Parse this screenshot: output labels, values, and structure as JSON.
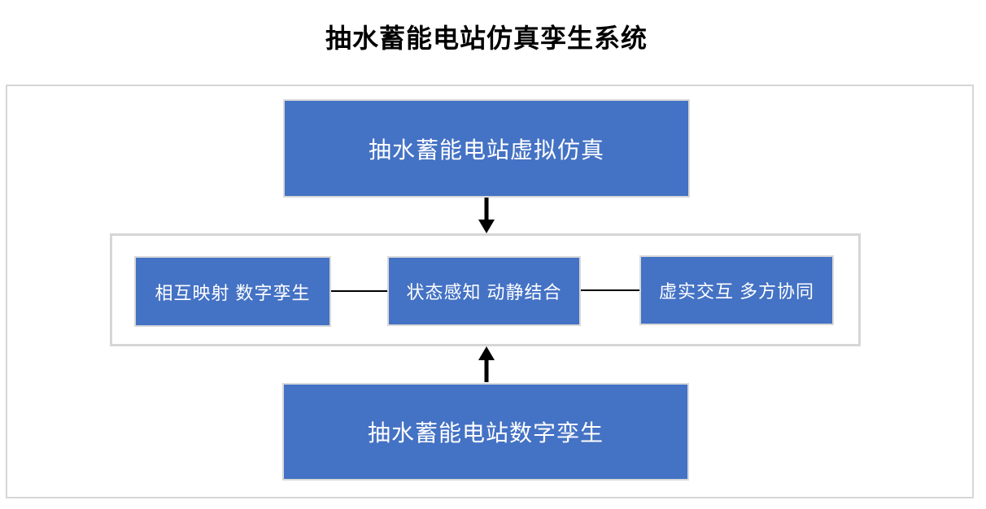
{
  "title": "抽水蓄能电站仿真孪生系统",
  "colors": {
    "box_fill": "#4472C4",
    "box_text": "#FFFFFF",
    "frame_border": "#D6D6D6",
    "arrow": "#000000",
    "title_text": "#000000"
  },
  "top_box": {
    "label": "抽水蓄能电站虚拟仿真"
  },
  "feature_boxes": [
    {
      "label": "相互映射 数字孪生"
    },
    {
      "label": "状态感知 动静结合"
    },
    {
      "label": "虚实交互 多方协同"
    }
  ],
  "bottom_box": {
    "label": "抽水蓄能电站数字孪生"
  },
  "icons": {
    "down_arrow": "arrow-down",
    "up_arrow": "arrow-up"
  }
}
